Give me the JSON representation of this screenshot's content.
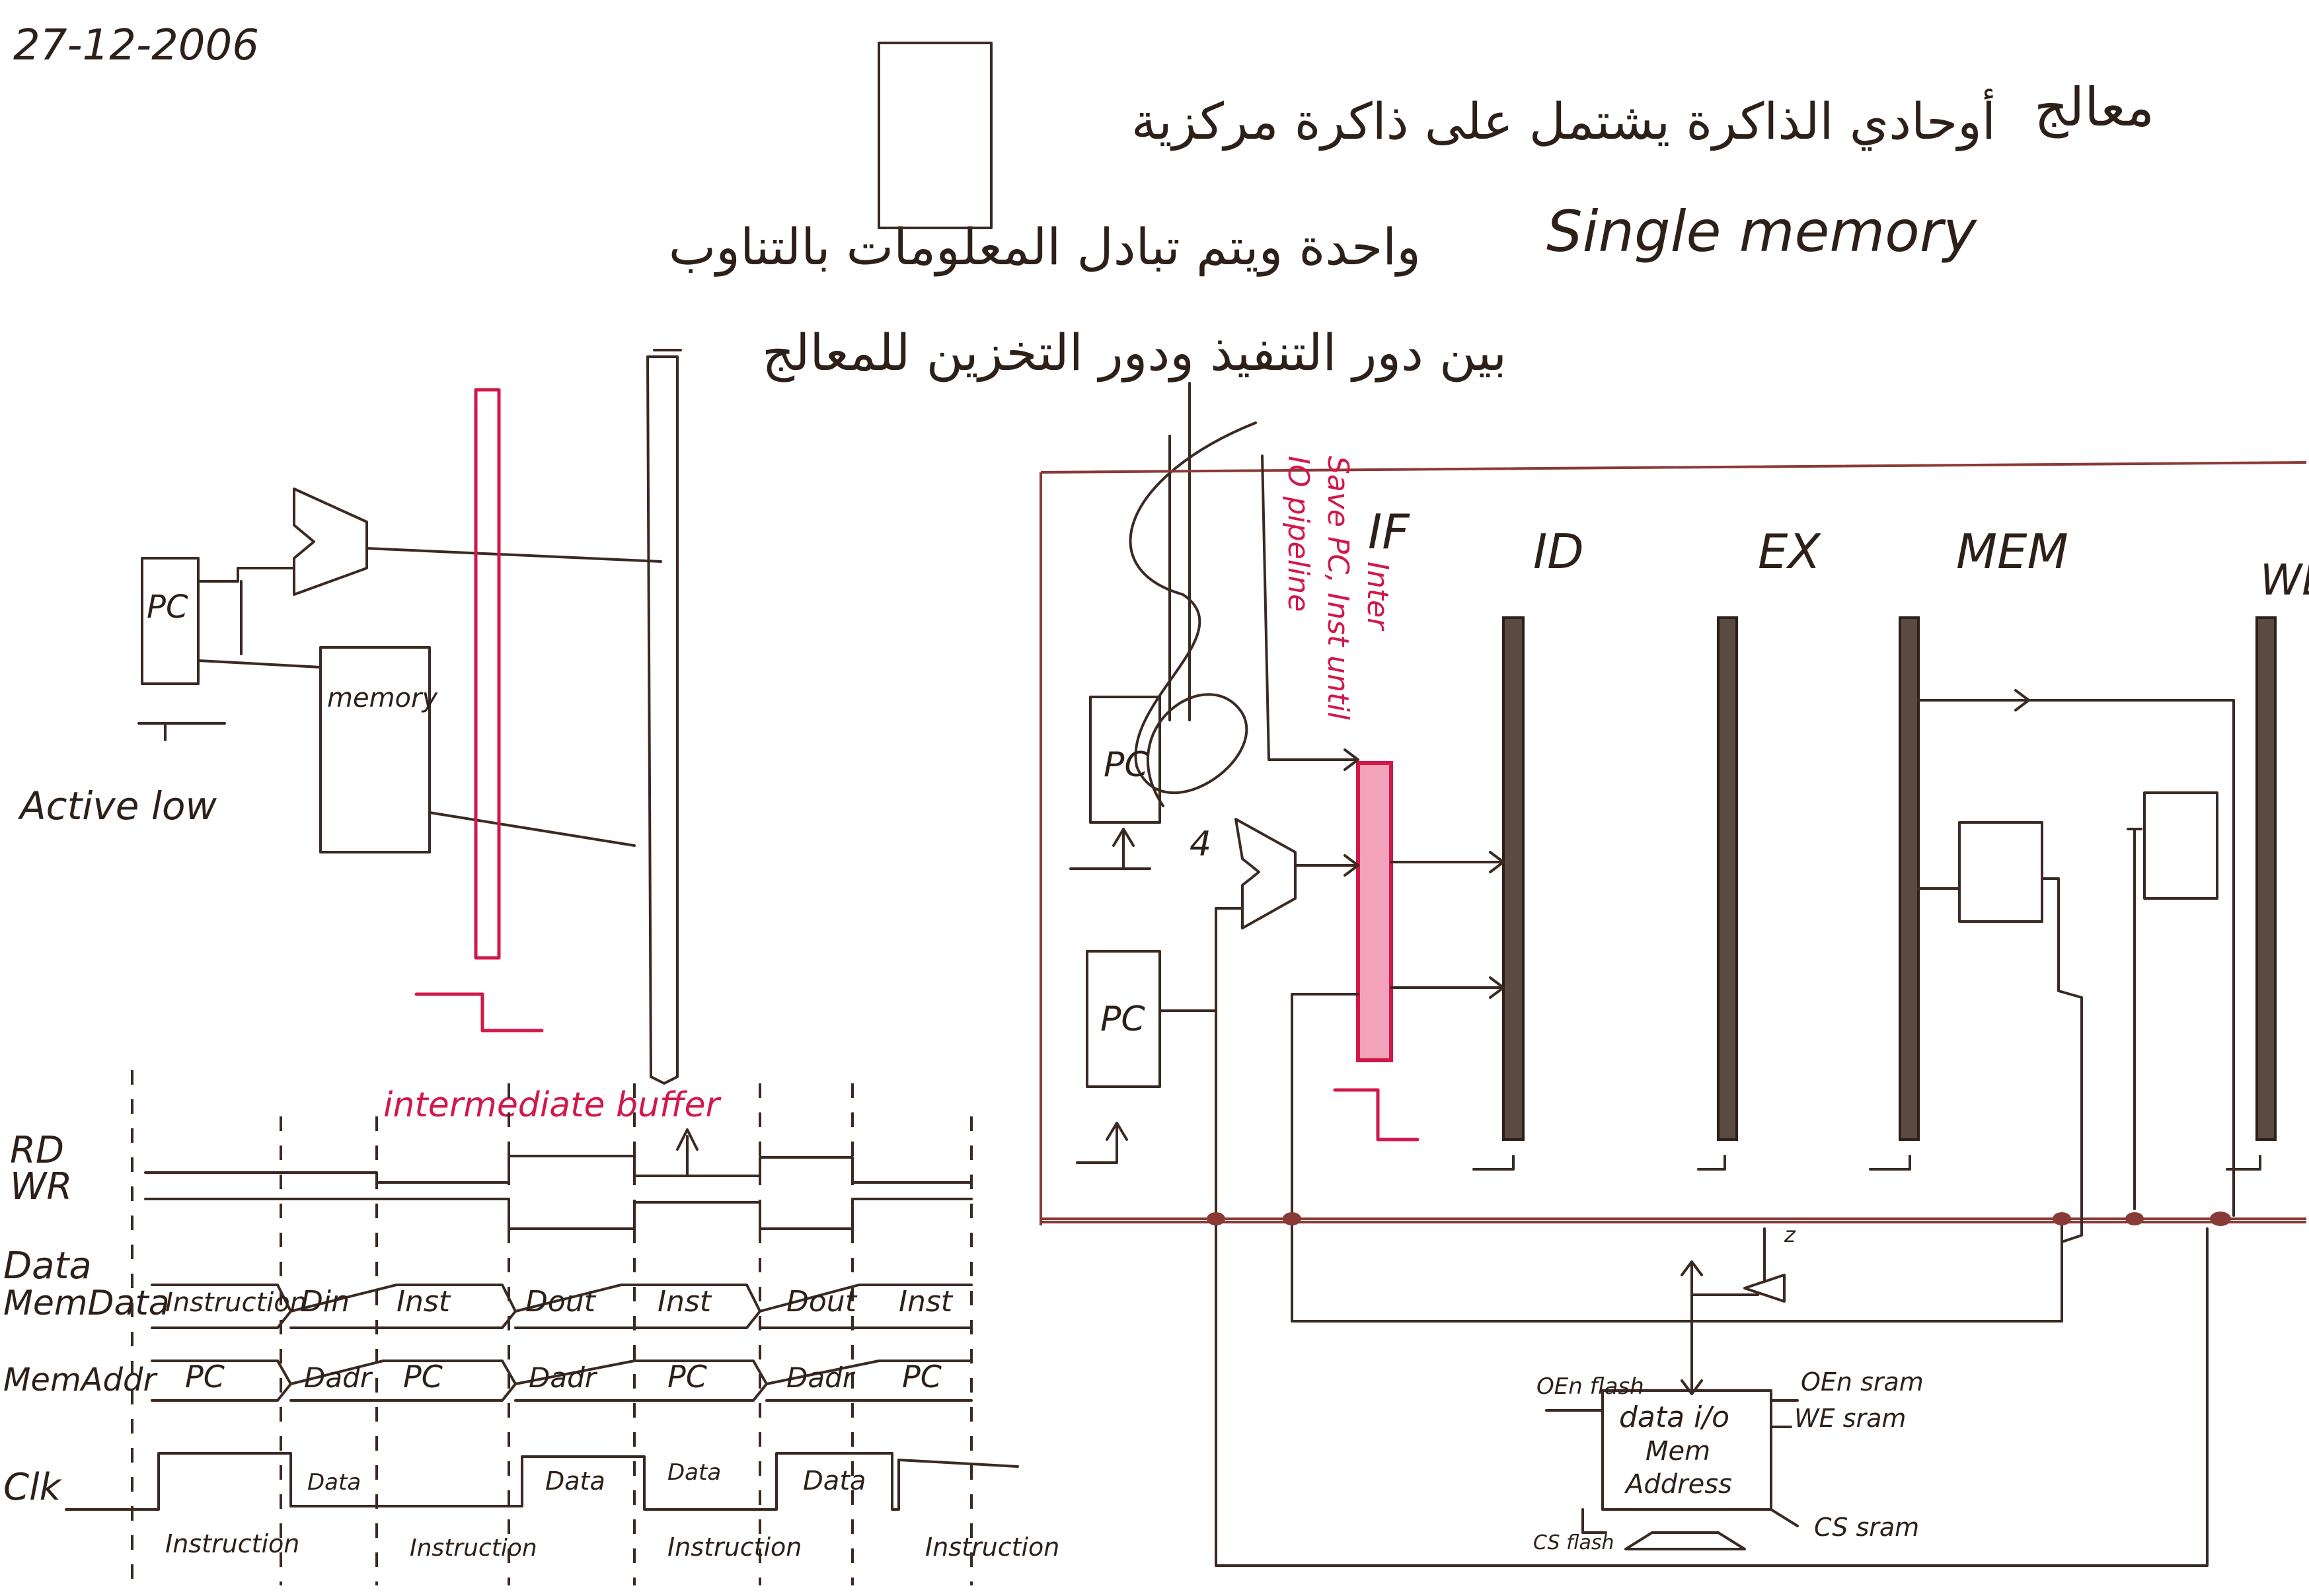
{
  "header": {
    "date": "27-12-2006",
    "arabic_title": "معالج",
    "arabic_line1": "أوحادي الذاكرة يشتمل على ذاكرة مركزية",
    "arabic_line2": "واحدة ويتم تبادل المعلومات بالتناوب",
    "arabic_line3": "بين دور التنفيذ ودور التخزين للمعالج",
    "single_memory": "Single memory"
  },
  "left_diagram": {
    "pc": "PC",
    "memory": "memory",
    "active_low": "Active low",
    "intermediate": "intermediate buffer"
  },
  "timing": {
    "signals": [
      "RD",
      "WR",
      "Data",
      "MemData",
      "MemAddr",
      "Clk"
    ],
    "memdata_cells": [
      "Instruction",
      "Din",
      "Inst",
      "Dout",
      "Inst",
      "Dout",
      "Inst"
    ],
    "memaddr_cells": [
      "PC",
      "Dadr",
      "PC",
      "Dadr",
      "PC",
      "Dadr",
      "PC"
    ],
    "clk_high_labels": [
      "Data",
      "Data",
      "Data",
      "Data"
    ],
    "clk_low_labels": [
      "Instruction",
      "Instruction",
      "Instruction",
      "Instruction"
    ]
  },
  "pipeline": {
    "stages": [
      "IF",
      "ID",
      "EX",
      "MEM",
      "WB"
    ],
    "note_line1": "Save PC, Inst until",
    "note_line2": "IO pipeline",
    "note_line3": "Inter",
    "pc_top": "PC",
    "pc_bottom": "PC",
    "adder_const": "4",
    "z_label": "z"
  },
  "memory_block": {
    "line1": "data i/o",
    "line2": "Mem",
    "line3": "Address",
    "oe_flash": "OEn flash",
    "oe_sram": "OEn sram",
    "we_sram": "WE sram",
    "cs_flash": "CS flash",
    "cs_sram": "CS sram"
  }
}
